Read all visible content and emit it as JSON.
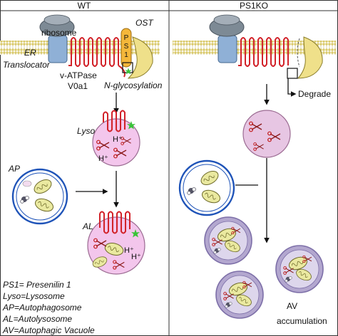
{
  "panels": {
    "left_title": "WT",
    "right_title": "PS1KO"
  },
  "labels": {
    "ribosome": "ribosome",
    "er": "ER",
    "translocator": "Translocator",
    "ost": "OST",
    "ps1_letters": [
      "P",
      "S",
      "1"
    ],
    "vatpase": "v-ATPase",
    "v0a1": "V0a1",
    "nglyco": "N-glycosylation",
    "lyso": "Lyso",
    "hplus": "H⁺",
    "ap": "AP",
    "al": "AL",
    "degrade": "Degrade",
    "av_line1": "AV",
    "av_line2": "accumulation"
  },
  "legend": [
    "PS1= Presenilin 1",
    "Lyso=Lysosome",
    "AP=Autophagosome",
    "AL=Autolysosome",
    "AV=Autophagic Vacuole"
  ],
  "colors": {
    "membrane_red": "#d2232a",
    "lysosome_pink": "#f3c6ec",
    "ribosome_gray": "#7d8a95",
    "translocator_blue": "#8fb0d6",
    "ost_yellow": "#efe08a",
    "ps1_orange": "#f4b73a",
    "ap_blue": "#1e53b8",
    "av_purple": "#b3a7cf",
    "mito_yellow": "#eae9a0"
  }
}
